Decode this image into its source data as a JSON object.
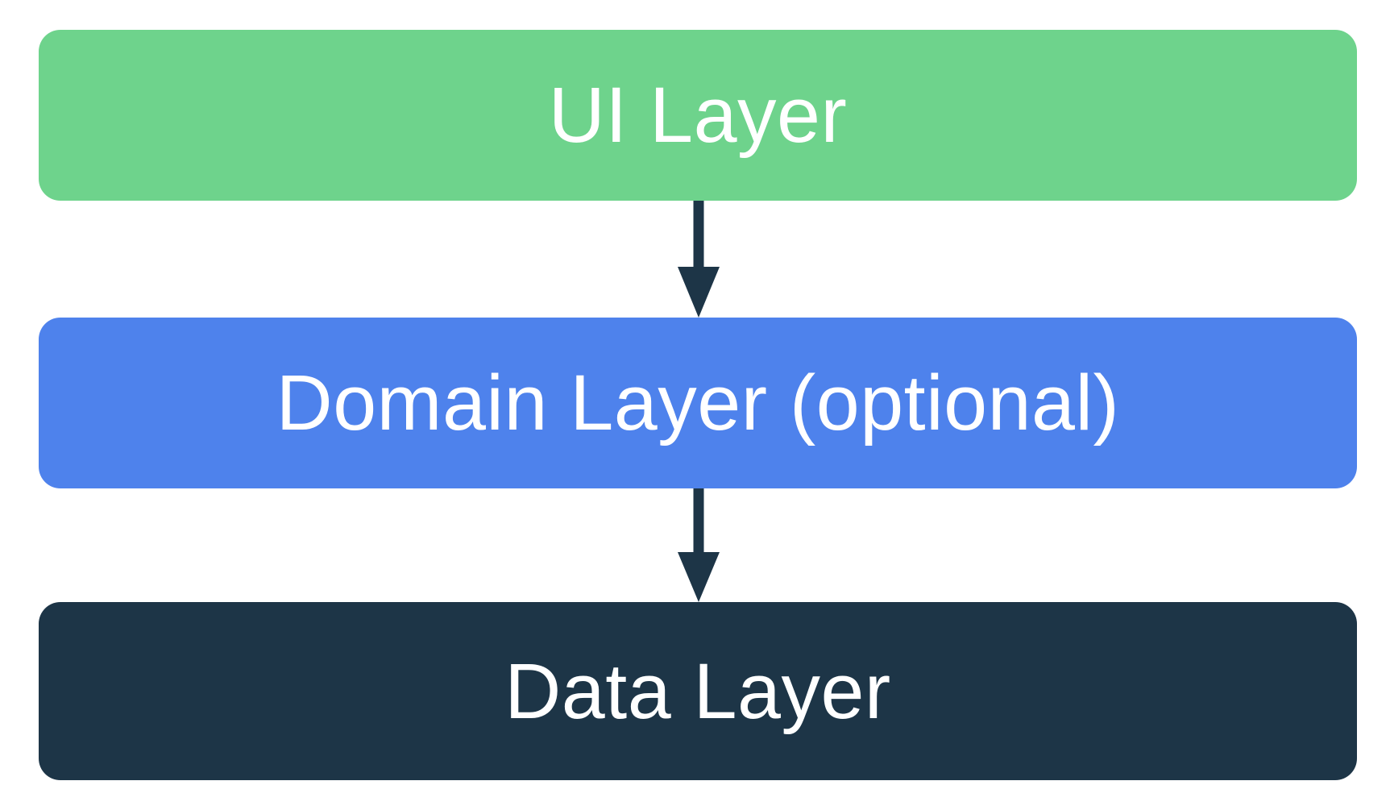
{
  "diagram": {
    "type": "layer-flow",
    "direction": "top-to-bottom",
    "boxes": [
      {
        "id": "ui-layer",
        "label": "UI Layer",
        "color": "#6ed38c"
      },
      {
        "id": "domain-layer",
        "label": "Domain Layer (optional)",
        "color": "#4e82ec"
      },
      {
        "id": "data-layer",
        "label": "Data Layer",
        "color": "#1d3547"
      }
    ],
    "arrows": [
      {
        "from": "UI Layer",
        "to": "Domain Layer (optional)"
      },
      {
        "from": "Domain Layer (optional)",
        "to": "Data Layer"
      }
    ],
    "arrow_color": "#1d3547",
    "text_color": "#ffffff",
    "background_color": "#ffffff"
  }
}
